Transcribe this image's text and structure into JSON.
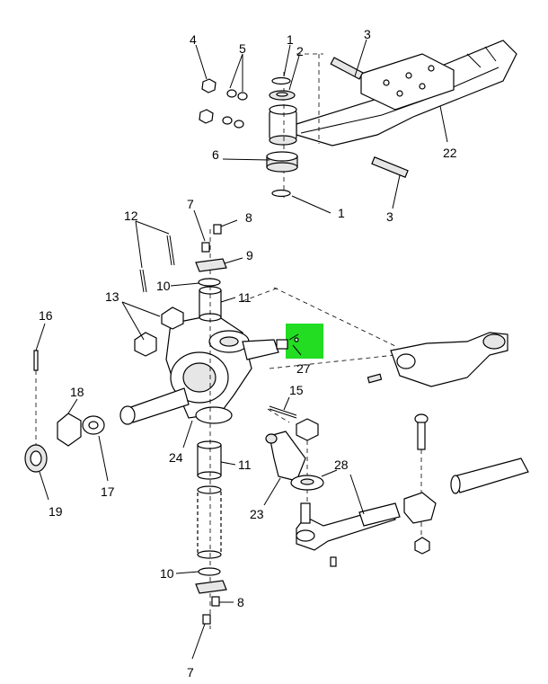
{
  "highlight_color": "#22dd22",
  "callouts": {
    "c1a": "1",
    "c2": "2",
    "c3a": "3",
    "c4": "4",
    "c5": "5",
    "c6": "6",
    "c1b": "1",
    "c3b": "3",
    "c22": "22",
    "c7a": "7",
    "c8a": "8",
    "c12": "12",
    "c9": "9",
    "c10a": "10",
    "c11a": "11",
    "c13": "13",
    "c16": "16",
    "c27": "27",
    "c15": "15",
    "c18": "18",
    "c17": "17",
    "c19": "19",
    "c24": "24",
    "c11b": "11",
    "c28": "28",
    "c23": "23",
    "c10b": "10",
    "c8b": "8",
    "c7b": "7"
  }
}
